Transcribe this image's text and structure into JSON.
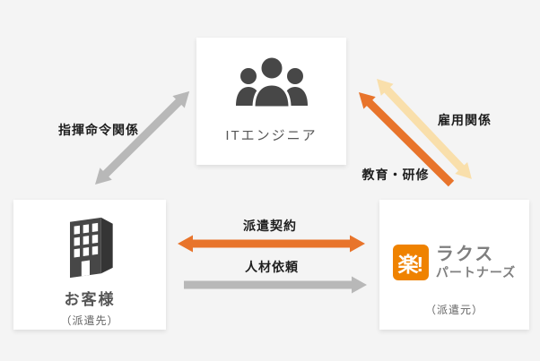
{
  "colors": {
    "background": "#f4f4f4",
    "box_bg": "#ffffff",
    "orange": "#e8742b",
    "light_orange": "#f9dfab",
    "gray_arrow": "#b8b8b8",
    "logo_orange": "#ef8200",
    "icon_gray": "#474747",
    "label_dark": "#1e1e1e",
    "logo_text": "#7f7f7f"
  },
  "nodes": {
    "it_engineer": {
      "label": "ITエンジニア",
      "icon": "people-group-icon"
    },
    "customer": {
      "label": "お客様",
      "sublabel": "（派遣先）",
      "icon": "building-icon"
    },
    "rakus": {
      "logo_mark": "楽!",
      "logo_name_line1": "ラクス",
      "logo_name_line2": "パートナーズ",
      "sublabel": "（派遣元）"
    }
  },
  "edges": [
    {
      "label": "指揮命令関係",
      "from": "お客様",
      "to": "ITエンジニア",
      "style": "double-headed",
      "color": "gray"
    },
    {
      "label": "雇用関係",
      "from": "ラクスパートナーズ",
      "to": "ITエンジニア",
      "style": "double-headed",
      "color": "light_orange"
    },
    {
      "label": "教育・研修",
      "from": "ラクスパートナーズ",
      "to": "ITエンジニア",
      "style": "single-headed",
      "color": "orange"
    },
    {
      "label": "派遣契約",
      "from": "お客様",
      "to": "ラクスパートナーズ",
      "style": "double-headed",
      "color": "orange"
    },
    {
      "label": "人材依頼",
      "from": "お客様",
      "to": "ラクスパートナーズ",
      "style": "single-headed",
      "color": "gray"
    }
  ]
}
